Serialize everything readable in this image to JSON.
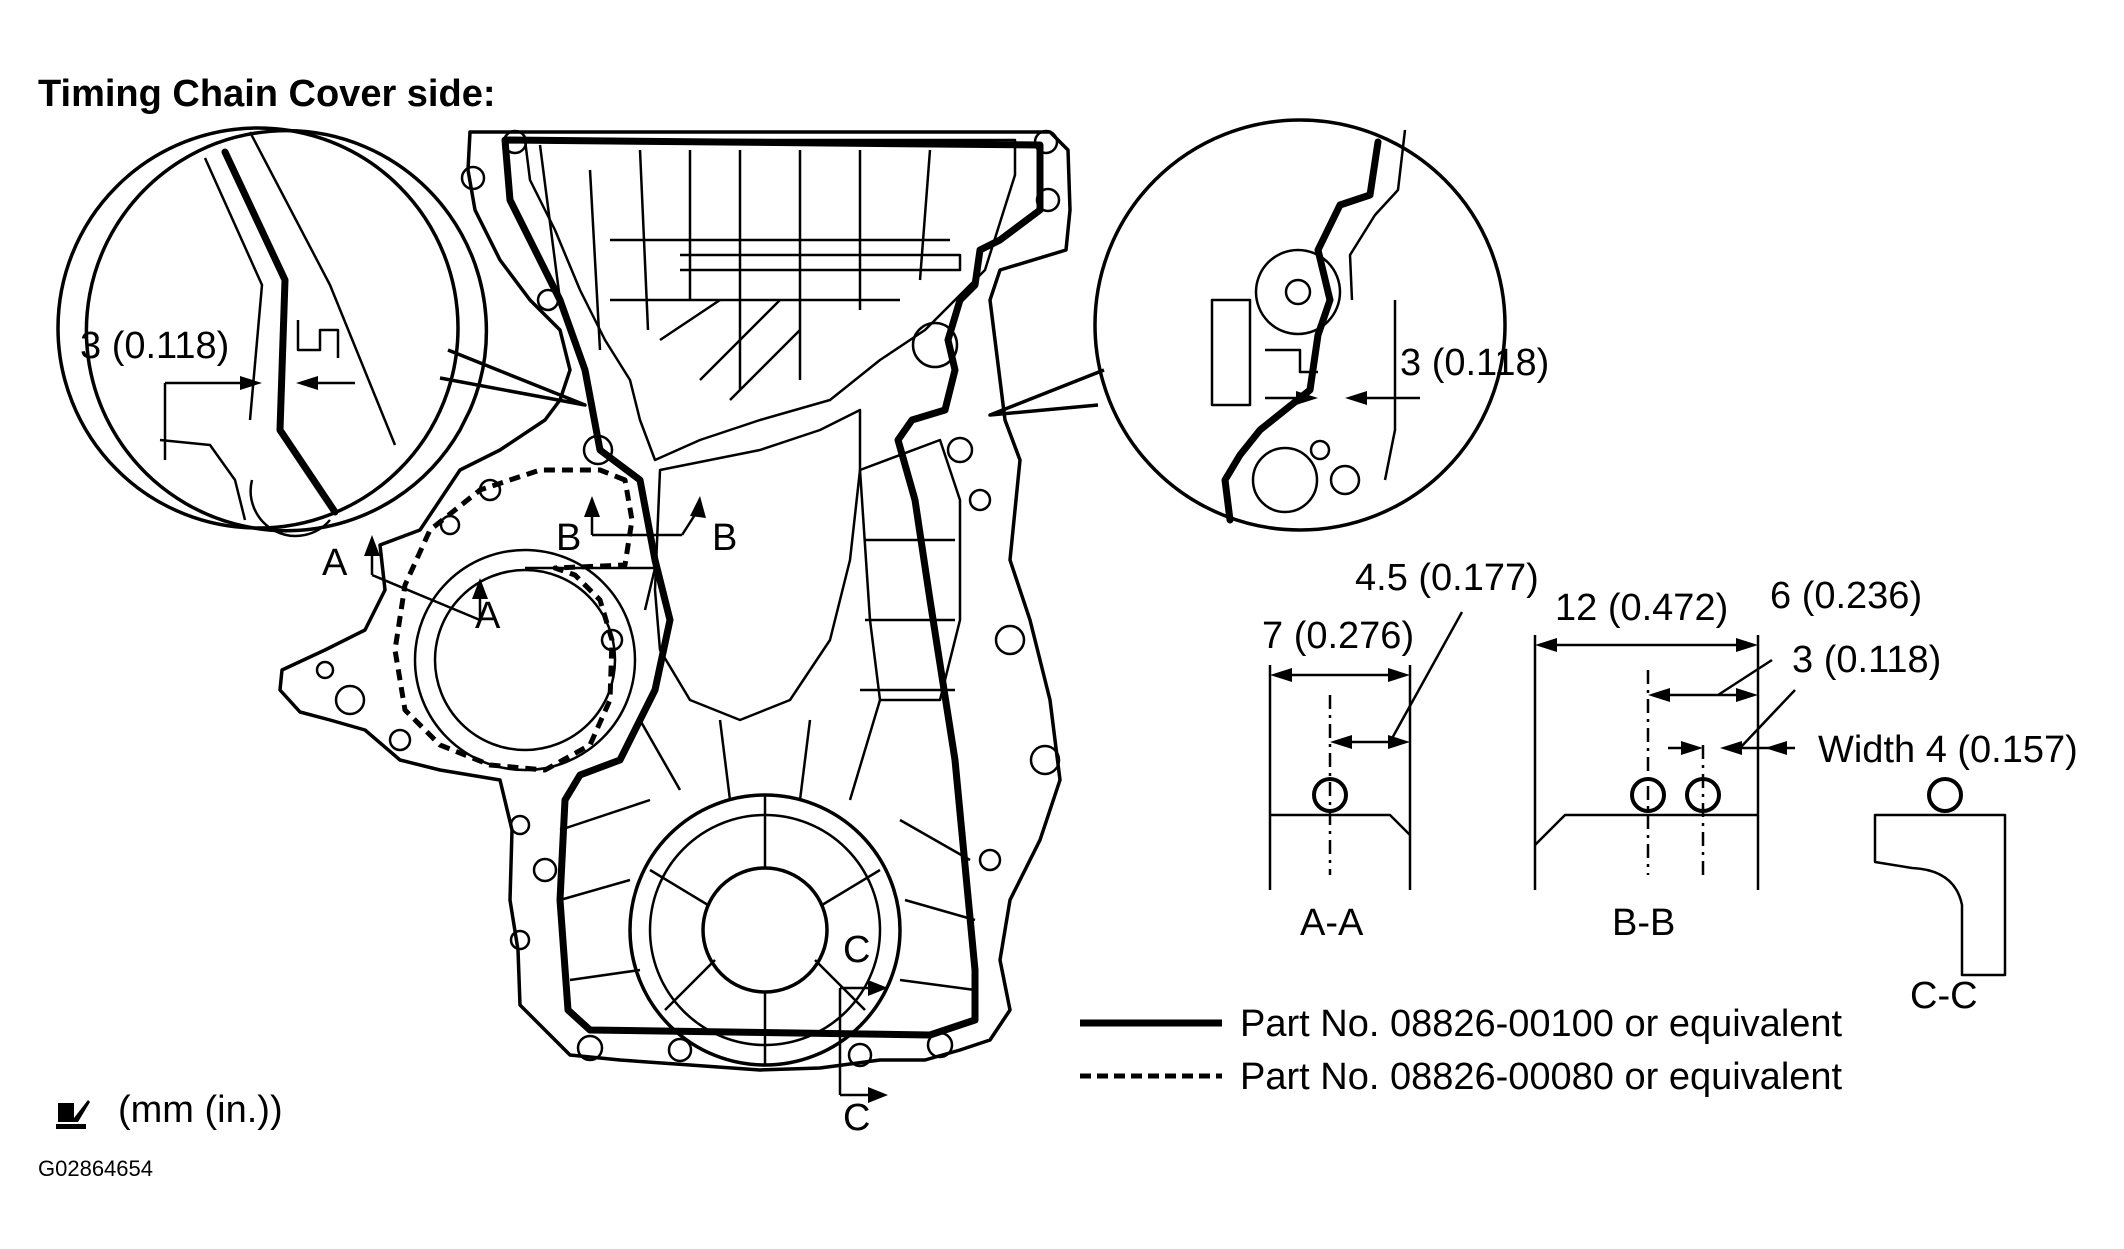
{
  "title": "Timing Chain Cover side:",
  "detail_left": {
    "dimension": "3 (0.118)"
  },
  "detail_right": {
    "dimension": "3 (0.118)"
  },
  "section_markers": {
    "a": "A",
    "b": "B",
    "c": "C"
  },
  "sections": {
    "aa": {
      "label": "A-A",
      "dim_width": "7 (0.276)",
      "dim_offset": "4.5 (0.177)"
    },
    "bb": {
      "label": "B-B",
      "dim_width": "12 (0.472)",
      "dim_spacing": "6 (0.236)",
      "dim_offset": "3 (0.118)",
      "dim_bead": "Width 4 (0.157)"
    },
    "cc": {
      "label": "C-C"
    }
  },
  "legend": {
    "solid": "Part No. 08826-00100 or equivalent",
    "dashed": "Part No. 08826-00080 or equivalent"
  },
  "units": "(mm (in.))",
  "units_icon": "measurement-icon",
  "figure_code": "G02864654"
}
